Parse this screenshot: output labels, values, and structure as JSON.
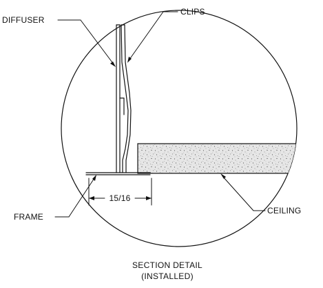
{
  "labels": {
    "diffuser": "DIFFUSER",
    "clips": "CLIPS",
    "frame": "FRAME",
    "ceiling": "CEILING",
    "dimension": "15/16"
  },
  "caption": {
    "line1": "SECTION DETAIL",
    "line2": "(INSTALLED)"
  }
}
